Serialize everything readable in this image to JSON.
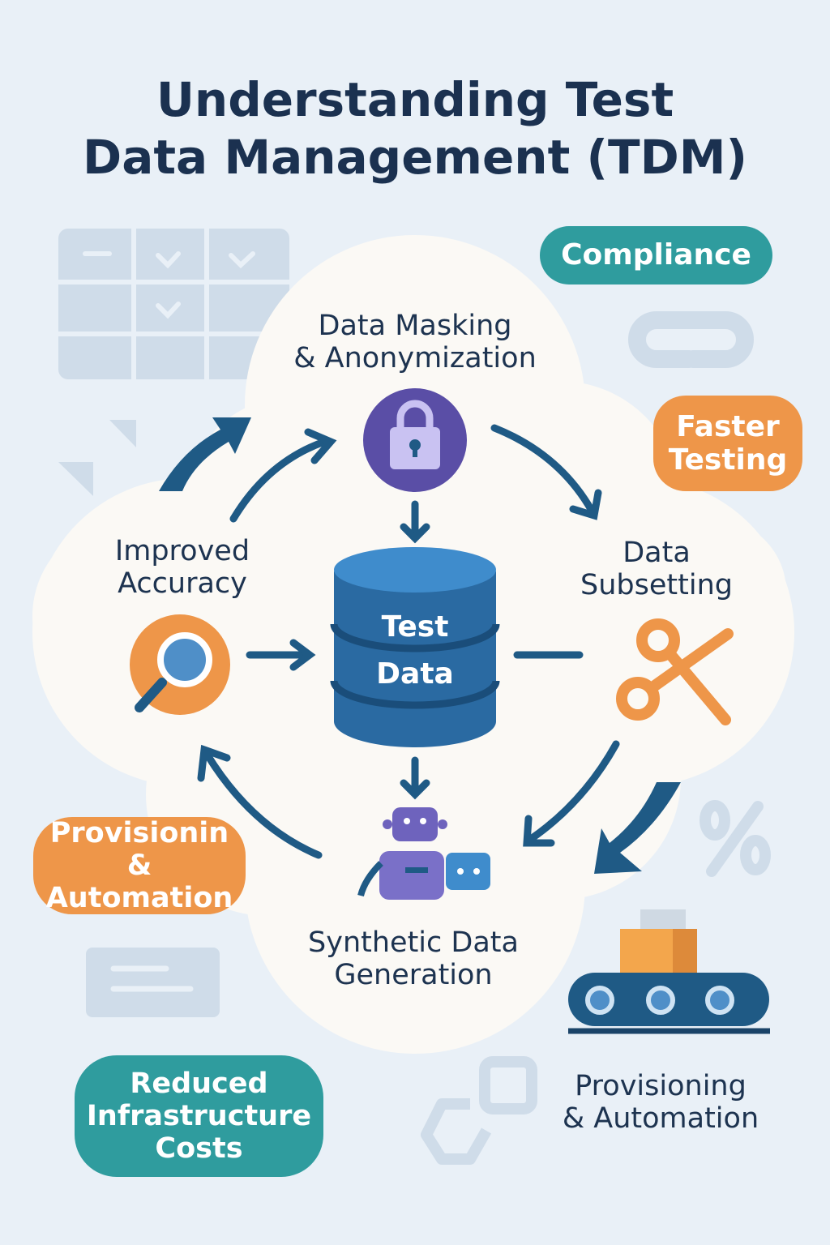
{
  "title": {
    "line1": "Understanding Test",
    "line2": "Data Management (TDM)"
  },
  "center": {
    "line1": "Test",
    "line2": "Data",
    "icon": "database-icon"
  },
  "nodes": {
    "masking": {
      "line1": "Data Masking",
      "line2": "& Anonymization",
      "icon": "lock-icon"
    },
    "subsetting": {
      "line1": "Data",
      "line2": "Subsetting",
      "icon": "scissors-icon"
    },
    "synthetic": {
      "line1": "Synthetic Data",
      "line2": "Generation",
      "icon": "robot-icon"
    },
    "accuracy": {
      "line1": "Improved",
      "line2": "Accuracy",
      "icon": "magnifier-icon"
    }
  },
  "badges": {
    "compliance": "Compliance",
    "faster_testing": {
      "line1": "Faster",
      "line2": "Testing"
    },
    "provisioning_pill": {
      "line1": "Provisionin",
      "line2": "& Automation"
    },
    "reduced_costs": {
      "line1": "Reduced",
      "line2": "Infrastructure",
      "line3": "Costs"
    }
  },
  "provisioning_label": {
    "line1": "Provisioning",
    "line2": "& Automation",
    "icon": "conveyor-belt-icon"
  },
  "decor_icons": [
    "calendar-grid-icon",
    "link-icon",
    "percent-icon",
    "message-icon",
    "chain-link-icon"
  ],
  "colors": {
    "background": "#e9f0f7",
    "cloud": "#fbf9f5",
    "navy": "#1d3350",
    "teal": "#2f9c9e",
    "orange": "#ee9649",
    "arrow": "#1f5a85",
    "database": "#2a6aa2",
    "purple": "#5a4ea6"
  }
}
